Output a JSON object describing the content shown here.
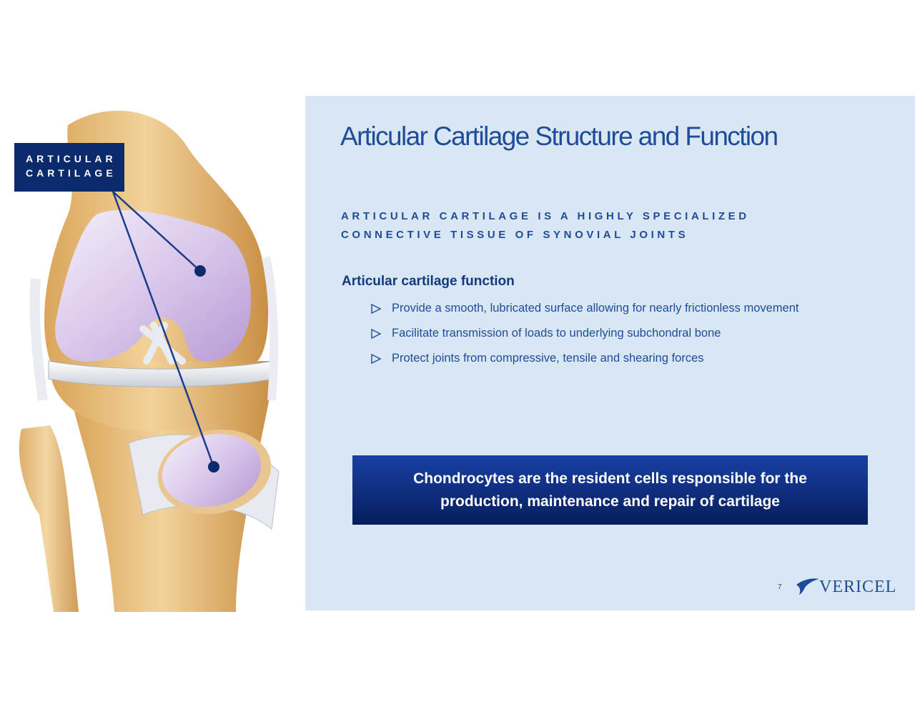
{
  "label": {
    "line1": "ARTICULAR",
    "line2": "CARTILAGE"
  },
  "title": "Articular Cartilage Structure and Function",
  "subtitle": {
    "line1": "ARTICULAR CARTILAGE IS A HIGHLY SPECIALIZED",
    "line2": "CONNECTIVE TISSUE OF SYNOVIAL JOINTS"
  },
  "function_heading": "Articular cartilage function",
  "bullets": [
    "Provide a smooth, lubricated surface allowing for nearly frictionless movement",
    "Facilitate transmission of loads to underlying subchondral bone",
    "Protect joints from compressive, tensile and shearing forces"
  ],
  "callout": {
    "line1": "Chondrocytes are the resident cells responsible for the",
    "line2": "production, maintenance and repair of cartilage"
  },
  "page_number": "7",
  "logo_text": "VERICEL",
  "colors": {
    "panel_bg": "#d9e7f5",
    "title_blue": "#1f4c98",
    "label_navy": "#0b2a6b",
    "callout_top": "#1940a4",
    "callout_bottom": "#071e5c"
  },
  "icons": {
    "bullet": "triangle-outline-icon",
    "knee_illustration": "knee-joint-illustration"
  }
}
